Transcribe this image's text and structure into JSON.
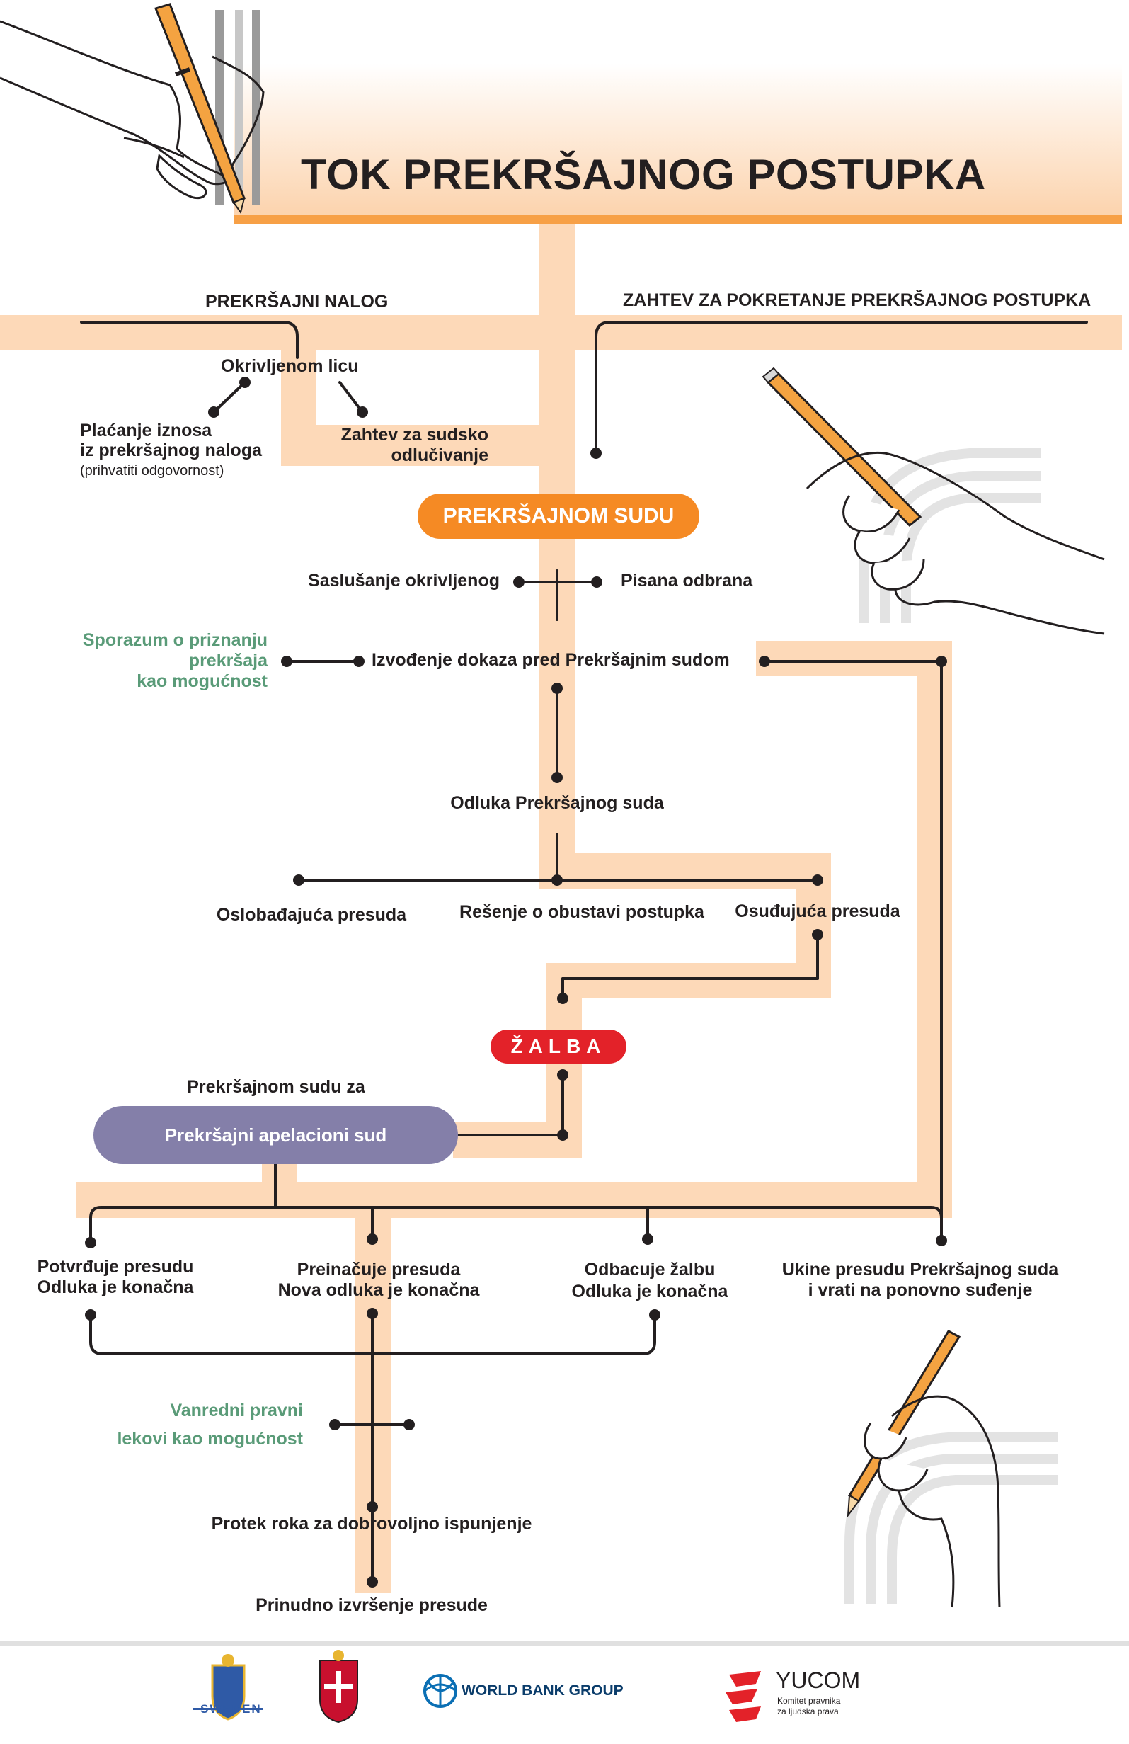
{
  "title": "TOK PREKRŠAJNOG POSTUPKA",
  "colors": {
    "path": "#fdd9b8",
    "court_pill": "#f58a24",
    "appeal_pill": "#847fa9",
    "zalba_pill": "#e32229",
    "line": "#231f20",
    "option_text": "#5a9b78",
    "header_bar": "#f7a046"
  },
  "header": {
    "prekrsajni_nalog": "PREKRŠAJNI NALOG",
    "zahtev": "ZAHTEV ZA POKRETANJE PREKRŠAJNOG POSTUPKA"
  },
  "nodes": {
    "okrivljenom_licu": "Okrivljenom licu",
    "placanje_line1": "Plaćanje iznosa",
    "placanje_line2": "iz prekršajnog naloga",
    "placanje_note": "(prihvatiti odgovornost)",
    "zahtev_sud_line1": "Zahtev za sudsko",
    "zahtev_sud_line2": "odlučivanje",
    "court": "PREKRŠAJNOM SUDU",
    "saslusanje": "Saslušanje okrivljenog",
    "pisana": "Pisana odbrana",
    "sporazum_line1": "Sporazum o priznanju",
    "sporazum_line2": "prekršaja",
    "sporazum_line3": "kao mogućnost",
    "izvodjenje": "Izvođenje dokaza pred Prekršajnim sudom",
    "odluka": "Odluka Prekršajnog suda",
    "oslobadjajuca": "Oslobađajuća presuda",
    "resenje": "Rešenje o obustavi postupka",
    "osudjujuca": "Osuđujuća presuda",
    "zalba": "ŽALBA",
    "prekrsajnom_sudu_za": "Prekršajnom sudu za",
    "apelacioni": "Prekršajni apelacioni sud",
    "potvrdjuje_line1": "Potvrđuje presudu",
    "potvrdjuje_line2": "Odluka je konačna",
    "preinacuje_line1": "Preinačuje presuda",
    "preinacuje_line2": "Nova odluka je konačna",
    "odbacuje_line1": "Odbacuje žalbu",
    "odbacuje_line2": "Odluka je konačna",
    "ukine_line1": "Ukine presudu Prekršajnog suda",
    "ukine_line2": "i vrati na ponovno suđenje",
    "vanredni_line1": "Vanredni pravni",
    "vanredni_line2": "lekovi kao mogućnost",
    "protek": "Protek roka za dobrovoljno ispunjenje",
    "prinudno": "Prinudno izvršenje presude"
  },
  "logos": {
    "sweden": "SWEDEN",
    "world_bank": "WORLD BANK GROUP",
    "yucom": "YUCOM",
    "yucom_sub1": "Komitet pravnika",
    "yucom_sub2": "za ljudska prava"
  },
  "icons": [
    "hand-with-pencil-top-left",
    "hand-with-pencil-right",
    "hand-with-pencil-bottom-right",
    "sweden-crest",
    "serbia-crest",
    "world-bank-globe",
    "yucom-mark"
  ]
}
